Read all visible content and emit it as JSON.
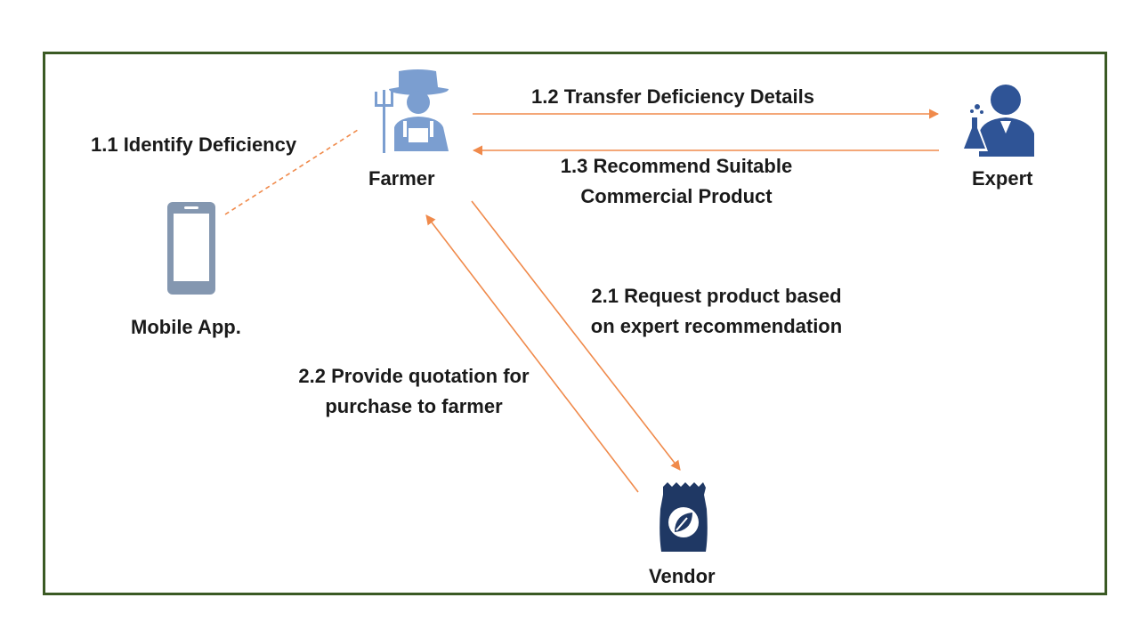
{
  "nodes": {
    "farmer": {
      "label": "Farmer"
    },
    "expert": {
      "label": "Expert"
    },
    "mobile": {
      "label": "Mobile App."
    },
    "vendor": {
      "label": "Vendor"
    }
  },
  "edges": {
    "identify": {
      "label": "1.1 Identify Deficiency"
    },
    "transfer": {
      "label": "1.2 Transfer Deficiency Details"
    },
    "recommend": {
      "line1": "1.3 Recommend Suitable",
      "line2": "Commercial Product"
    },
    "request": {
      "line1": "2.1 Request product based",
      "line2": "on expert recommendation"
    },
    "quotation": {
      "line1": "2.2 Provide quotation for",
      "line2": "purchase to farmer"
    }
  },
  "colors": {
    "arrow": "#f08a4b",
    "frame": "#3b5a24",
    "farmer_icon": "#7b9ed0",
    "expert_icon": "#2f5496",
    "mobile_icon": "#8497b0",
    "vendor_icon": "#1f3864"
  }
}
